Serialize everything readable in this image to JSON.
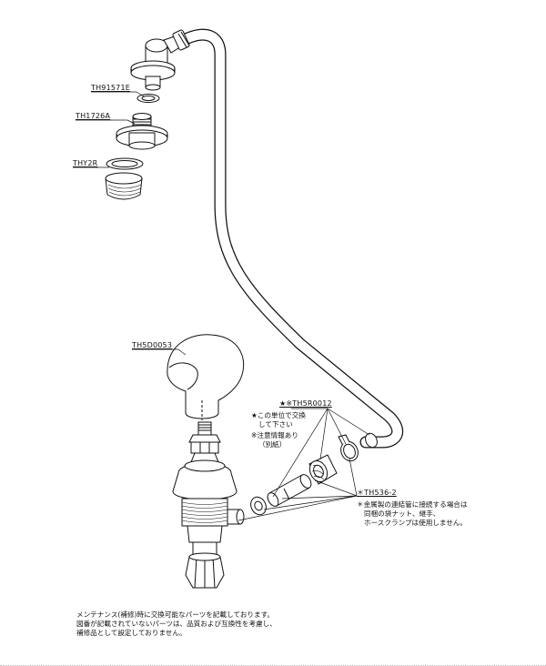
{
  "parts": {
    "gasket_top": "TH91571E",
    "nipple_adapter": "TH1726A",
    "packing_ring": "THY2R",
    "handle": "TH5D0053",
    "hose_set": "★※TH5R0012",
    "clamp": "＊TH536-2"
  },
  "notes": {
    "unit_exchange": [
      "★この単位で交換",
      "して下さい"
    ],
    "caution": [
      "※注意情報あり",
      "（別紙）"
    ],
    "metal_pipe": [
      "＊金属製の連結管に接続する場合は",
      "同梱の袋ナット、継手、",
      "ホースクランプは使用しません。"
    ]
  },
  "footer": [
    "メンテナンス(補修)時に交換可能なパーツを記載しております。",
    "図番が記載されていないパーツは、品質および互換性を考慮し、",
    "補修品として設定しておりません。"
  ]
}
